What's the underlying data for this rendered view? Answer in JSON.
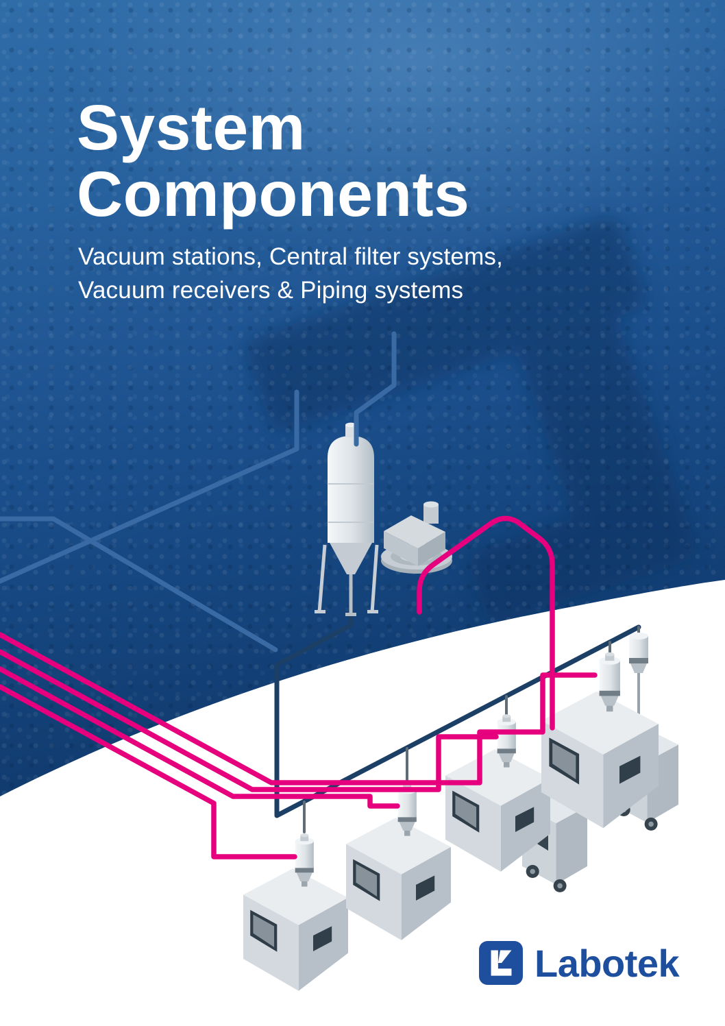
{
  "header": {
    "title_line1": "System",
    "title_line2": "Components",
    "subtitle_line1": "Vacuum stations, Central filter systems,",
    "subtitle_line2": "Vacuum receivers & Piping systems"
  },
  "brand": {
    "name": "Labotek",
    "logo_icon": "labotek-mark-icon"
  },
  "colors": {
    "background_top": "#2f6ca8",
    "background_bottom": "#0a2d58",
    "accent_pink": "#e6007e",
    "pipe_blue": "#3a6aa3",
    "pipe_navy": "#1c3f66",
    "brand_blue": "#1d4f9e",
    "panel_white": "#ffffff",
    "machine_gray": "#d3d9de"
  },
  "illustration": {
    "parts": [
      "central-filter-vessel",
      "vacuum-pump",
      "material-pipes-pink",
      "vacuum-pipes-blue",
      "processing-machine-1",
      "processing-machine-2",
      "processing-machine-3",
      "processing-machine-4",
      "dryer-cart-1",
      "dryer-cart-2",
      "pole-mounted-receiver"
    ]
  }
}
